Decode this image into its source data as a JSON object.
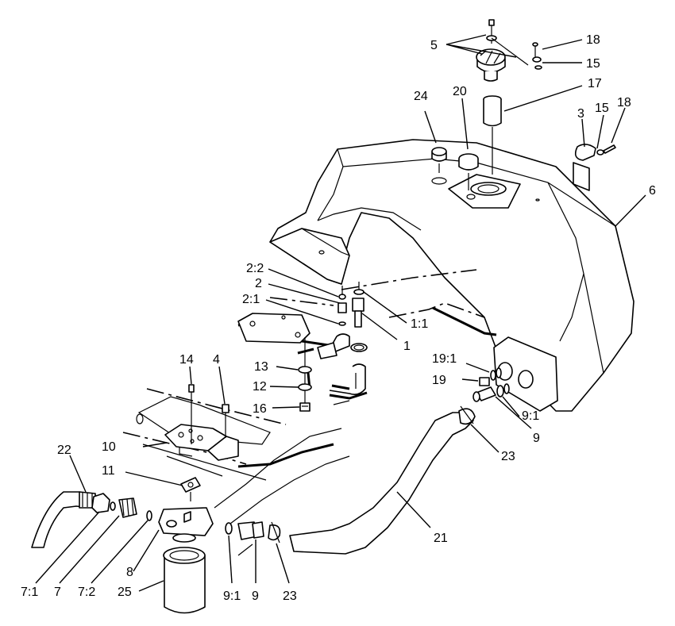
{
  "callouts": {
    "c5": "5",
    "c18a": "18",
    "c15a": "15",
    "c17": "17",
    "c24": "24",
    "c20": "20",
    "c3": "3",
    "c15b": "15",
    "c18b": "18",
    "c6": "6",
    "c2_2": "2:2",
    "c2": "2",
    "c2_1": "2:1",
    "c1_1": "1:1",
    "c1": "1",
    "c13": "13",
    "c12": "12",
    "c16": "16",
    "c14": "14",
    "c4": "4",
    "c19_1": "19:1",
    "c19": "19",
    "c9_1a": "9:1",
    "c9a": "9",
    "c23a": "23",
    "c10": "10",
    "c22": "22",
    "c11": "11",
    "c21": "21",
    "c8": "8",
    "c9_1b": "9:1",
    "c9b": "9",
    "c23b": "23",
    "c7_1": "7:1",
    "c7": "7",
    "c7_2": "7:2",
    "c25": "25"
  }
}
